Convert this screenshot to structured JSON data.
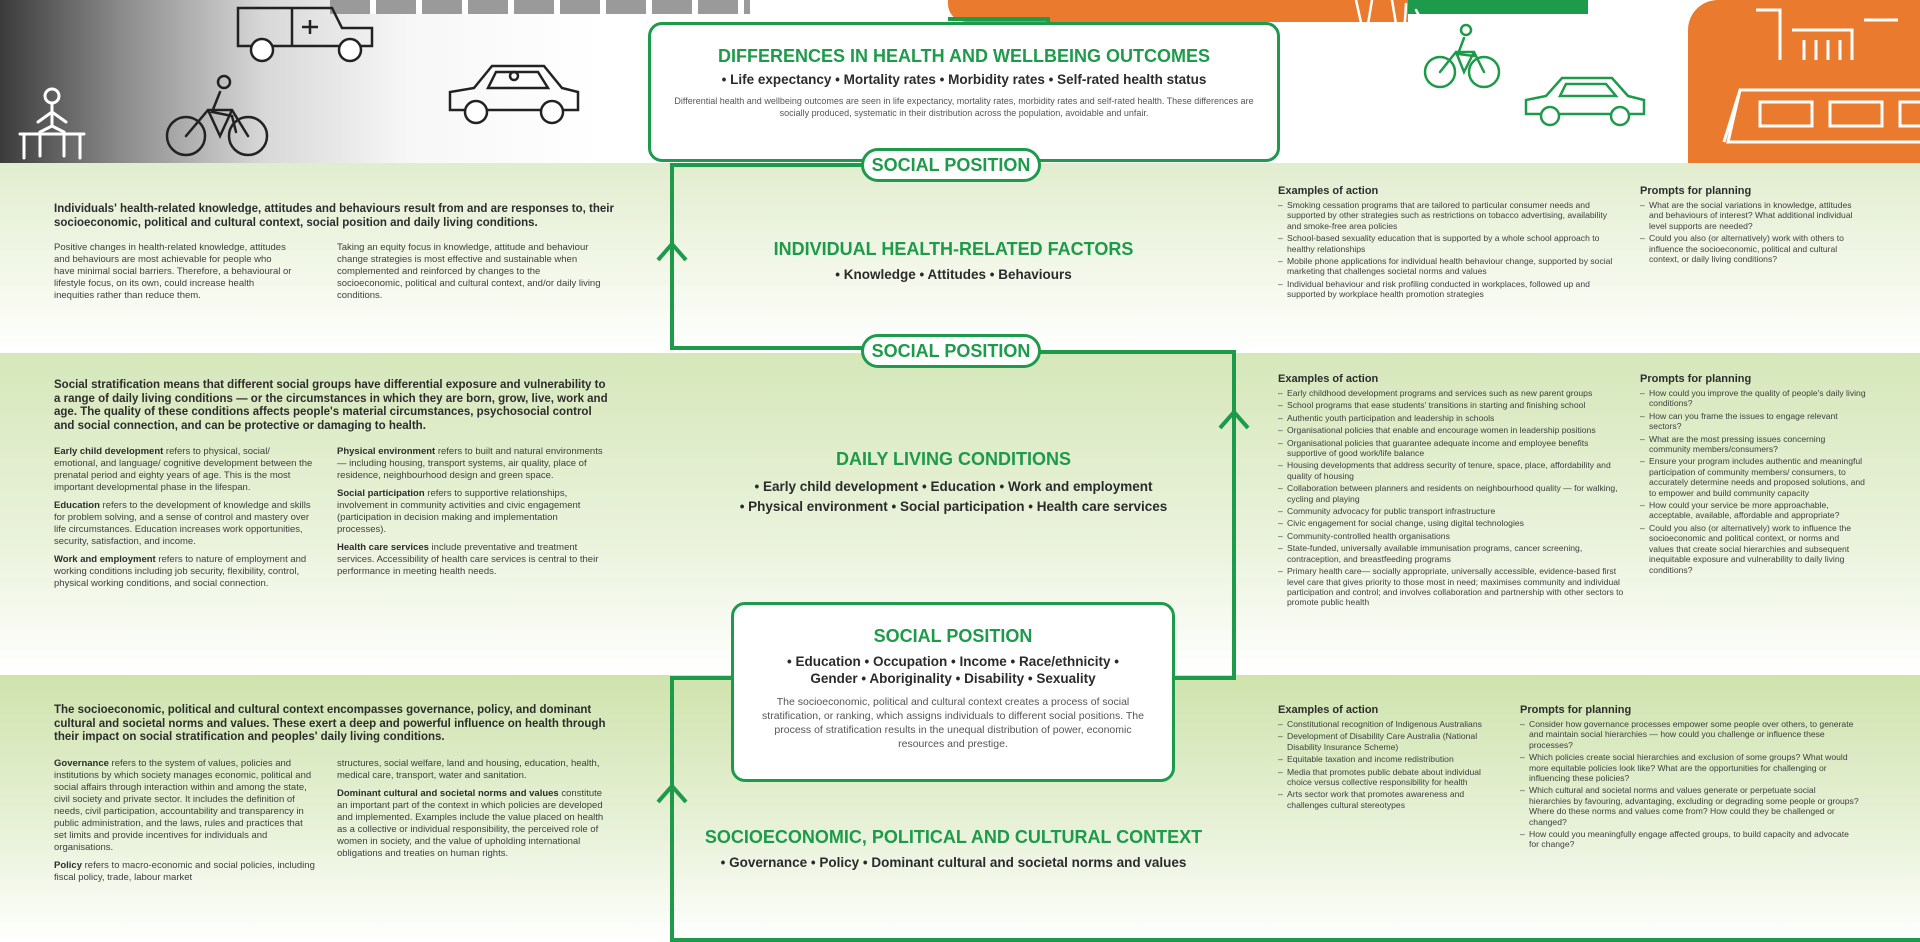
{
  "colors": {
    "green": "#1d9a4a",
    "orange": "#ea7b2e",
    "light_green": "#d6e7ba"
  },
  "header_icons": [
    "person-on-bench-icon",
    "cyclist-icon",
    "van-icon",
    "car-icon",
    "walking-figures-icon",
    "green-cyclist-icon",
    "green-car-icon",
    "building-icon",
    "train-icon"
  ],
  "outcomes": {
    "title": "DIFFERENCES IN HEALTH AND WELLBEING OUTCOMES",
    "list": "• Life expectancy • Mortality rates • Morbidity rates • Self-rated health status",
    "description": "Differential health and wellbeing outcomes are seen in life expectancy, mortality rates, morbidity rates and self-rated health. These differences are socially produced, systematic in their distribution across the population, avoidable and unfair."
  },
  "social_position_pill_1": "SOCIAL POSITION",
  "social_position_pill_2": "SOCIAL POSITION",
  "individual": {
    "title": "INDIVIDUAL HEALTH-RELATED FACTORS",
    "list": "• Knowledge • Attitudes • Behaviours",
    "lead": "Individuals' health-related knowledge, attitudes and behaviours result from and are responses to, their socioeconomic, political and cultural context, social position and daily living conditions.",
    "para_left": "Positive changes in health-related knowledge, attitudes and behaviours are most achievable for people who have minimal social barriers. Therefore, a behavioural or lifestyle focus, on its own, could increase health inequities rather than reduce them.",
    "para_right": "Taking an equity focus in knowledge, attitude and behaviour change strategies is most effective and sustainable when complemented and reinforced by changes to the socioeconomic, political and cultural context, and/or daily living conditions.",
    "actions_title": "Examples of action",
    "actions": [
      "Smoking cessation programs that are tailored to particular consumer needs and supported by other strategies such as restrictions on tobacco advertising, availability and smoke-free area policies",
      "School-based sexuality education that is supported by a whole school approach to healthy relationships",
      "Mobile phone applications for individual health behaviour change, supported by social marketing that challenges societal norms and values",
      "Individual behaviour and risk profiling conducted in workplaces, followed up and supported by workplace health promotion strategies"
    ],
    "prompts_title": "Prompts for planning",
    "prompts": [
      "What are the social variations in knowledge, attitudes and behaviours of interest? What additional individual level supports are needed?",
      "Could you also (or alternatively) work with others to influence the socioeconomic, political and cultural context, or daily living conditions?"
    ]
  },
  "daily": {
    "title": "DAILY LIVING CONDITIONS",
    "list_line1": "• Early child development • Education • Work and employment",
    "list_line2": "• Physical environment • Social participation • Health care services",
    "lead": "Social stratification means that different social groups have differential exposure and vulnerability to a range of daily living conditions — or the circumstances in which they are born, grow, live, work and age. The quality of these conditions affects people's material circumstances, psychosocial control and social connection, and can be protective or damaging to health.",
    "left_paras": [
      {
        "term": "Early child development",
        "text": " refers to physical, social/ emotional, and language/ cognitive development between the prenatal period and eighty years of age. This is the most important developmental phase in the lifespan."
      },
      {
        "term": "Education",
        "text": " refers to the development of knowledge and skills for problem solving, and a sense of control and mastery over life circumstances. Education increases work opportunities, security, satisfaction, and income."
      },
      {
        "term": "Work and employment",
        "text": " refers to nature of employment and working conditions including job security, flexibility, control, physical working conditions, and social connection."
      }
    ],
    "right_paras": [
      {
        "term": "Physical environment",
        "text": " refers to built and natural environments — including housing, transport systems, air quality, place of residence, neighbourhood design and green space."
      },
      {
        "term": "Social participation",
        "text": " refers to supportive relationships, involvement in community activities and civic engagement (participation in decision making and implementation processes)."
      },
      {
        "term": "Health care services",
        "text": " include preventative and treatment services. Accessibility of health care services is central to their performance in meeting health needs."
      }
    ],
    "actions_title": "Examples of action",
    "actions": [
      "Early childhood development programs and services such as new parent groups",
      "School programs that ease students' transitions in starting and finishing school",
      "Authentic youth participation and leadership in schools",
      "Organisational policies that enable and encourage women in leadership positions",
      "Organisational policies that guarantee adequate income and employee benefits supportive of good work/life balance",
      "Housing developments that address security of tenure, space, place, affordability and quality of housing",
      "Collaboration between planners and residents on neighbourhood quality — for walking, cycling and playing",
      "Community advocacy for public transport infrastructure",
      "Civic engagement for social change, using digital technologies",
      "Community-controlled health organisations",
      "State-funded, universally available immunisation programs, cancer screening, contraception, and breastfeeding programs",
      "Primary health care— socially appropriate, universally accessible, evidence-based first level care that gives priority to those most in need; maximises community and individual participation and control; and involves collaboration and partnership with other sectors to promote public health"
    ],
    "prompts_title": "Prompts for planning",
    "prompts": [
      "How could you improve the quality of people's daily living conditions?",
      "How can you frame the issues to engage relevant sectors?",
      "What are the most pressing issues concerning community members/consumers?",
      "Ensure your program includes authentic and meaningful participation of community members/ consumers, to accurately determine needs and proposed solutions, and to empower and build community capacity",
      "How could your service be more approachable, acceptable, available, affordable and appropriate?",
      "Could you also (or alternatively) work to influence the socioeconomic and political context, or norms and values that create social hierarchies and subsequent inequitable exposure and vulnerability to daily living conditions?"
    ]
  },
  "social_position_box": {
    "title": "SOCIAL POSITION",
    "list_line1": "• Education • Occupation • Income • Race/ethnicity •",
    "list_line2": "Gender • Aboriginality • Disability • Sexuality",
    "description": "The socioeconomic, political and cultural context creates a process of social stratification, or ranking, which assigns individuals to different social positions. The process of stratification results in the unequal distribution of power, economic resources and prestige."
  },
  "context": {
    "title": "SOCIOECONOMIC, POLITICAL AND CULTURAL CONTEXT",
    "list": "• Governance • Policy • Dominant cultural and societal norms and values",
    "lead": "The socioeconomic, political and cultural context encompasses governance, policy, and dominant cultural and societal norms and values. These exert a deep and powerful influence on health through their impact on social stratification and peoples' daily living conditions.",
    "left_paras": [
      {
        "term": "Governance",
        "text": " refers to the system of values, policies and institutions by which society manages economic, political and social affairs through interaction within and among the state, civil society and private sector. It includes the definition of needs, civil participation, accountability and transparency in public administration, and the laws, rules and practices that set limits and provide incentives for individuals and organisations."
      },
      {
        "term": "Policy",
        "text": " refers to macro-economic and social policies, including fiscal policy, trade, labour market"
      }
    ],
    "right_paras": [
      {
        "term": "",
        "text": "structures, social welfare, land and housing, education, health, medical care, transport, water and sanitation."
      },
      {
        "term": "Dominant cultural and societal norms and values",
        "text": " constitute an important part of the context in which policies are developed and implemented. Examples include the value placed on health as a collective or individual responsibility, the perceived role of women in society, and the value of upholding international obligations and treaties on human rights."
      }
    ],
    "actions_title": "Examples of action",
    "actions": [
      "Constitutional recognition of Indigenous Australians",
      "Development of Disability Care Australia (National Disability Insurance Scheme)",
      "Equitable taxation and income redistribution",
      "Media that promotes public debate about individual choice versus collective responsibility for health",
      "Arts sector work that promotes awareness and challenges cultural stereotypes"
    ],
    "prompts_title": "Prompts for planning",
    "prompts": [
      "Consider how governance processes empower some people over others, to generate and maintain social hierarchies — how could you challenge or influence these processes?",
      "Which policies create social hierarchies and exclusion of some groups? What would more equitable policies look like? What are the opportunities for challenging or influencing these policies?",
      "Which cultural and societal norms and values generate or perpetuate social hierarchies by favouring, advantaging, excluding or degrading some people or groups? Where do these norms and values come from? How could they be challenged or changed?",
      "How could you meaningfully engage affected groups, to build capacity and advocate for change?"
    ]
  }
}
